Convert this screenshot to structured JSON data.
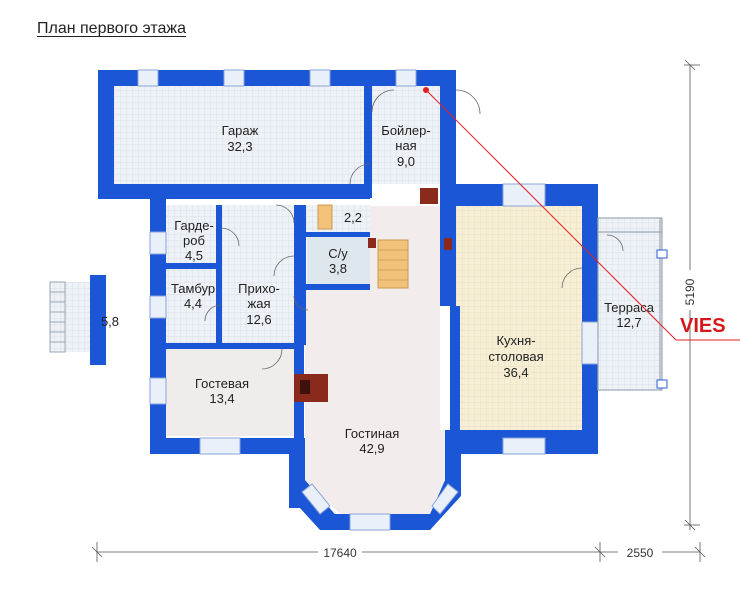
{
  "title": "План первого этажа",
  "rooms": [
    {
      "id": "garage",
      "name": "Гараж",
      "area": "32,3"
    },
    {
      "id": "boiler",
      "name_l1": "Бойлер-",
      "name_l2": "ная",
      "area": "9,0"
    },
    {
      "id": "hall_small",
      "area": "2,2"
    },
    {
      "id": "wardrobe",
      "name_l1": "Гарде-",
      "name_l2": "роб",
      "area": "4,5"
    },
    {
      "id": "bath",
      "name": "С/у",
      "area": "3,8"
    },
    {
      "id": "vestibule",
      "name": "Тамбур",
      "area": "4,4"
    },
    {
      "id": "hallway",
      "name_l1": "Прихо-",
      "name_l2": "жая",
      "area": "12,6"
    },
    {
      "id": "porch",
      "area": "5,8"
    },
    {
      "id": "kitchen",
      "name_l1": "Кухня-",
      "name_l2": "столовая",
      "area": "36,4"
    },
    {
      "id": "terrace",
      "name": "Терраса",
      "area": "12,7"
    },
    {
      "id": "guest",
      "name": "Гостевая",
      "area": "13,4"
    },
    {
      "id": "living",
      "name": "Гостиная",
      "area": "42,9"
    }
  ],
  "dimensions": {
    "width_main": "17640",
    "width_terrace": "2550",
    "height": "5190"
  },
  "watermark": "VIES",
  "colors": {
    "wall": "#1a56d6",
    "tile": "#e8edf3",
    "kitchen": "#f5ecd2",
    "living": "#f3ecec",
    "stairs": "#f2c27a",
    "fireplace": "#8a2a1c",
    "window": "#dfe9f7",
    "marker": "#e02020"
  }
}
